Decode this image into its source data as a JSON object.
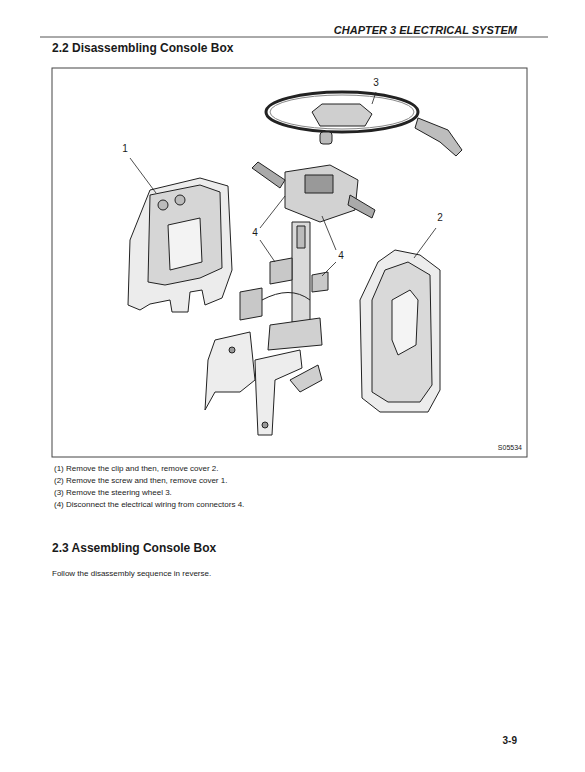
{
  "diagram": {
    "title": "2.2 Disassembling Console Box",
    "labels": [
      "CHAPTER 3 ELECTRICAL SYSTEM",
      "1",
      "3",
      "2",
      "4",
      "4",
      "S05534",
      "(1) Remove the clip and then, remove cover 2.",
      "(2) Remove the screw and then, remove cover 1.",
      "(3) Remove the steering wheel 3.",
      "(4) Disconnect the electrical wiring from connectors 4.",
      "2.3 Assembling Console Box",
      "Follow the disassembly sequence in reverse.",
      "3-9"
    ]
  }
}
